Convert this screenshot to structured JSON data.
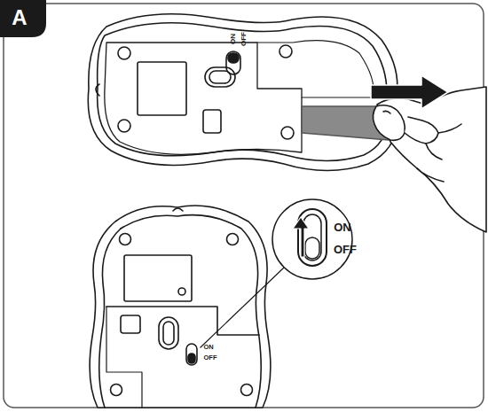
{
  "diagram": {
    "labels": [
      "A",
      "ON",
      "OFF",
      "ON",
      "OFF",
      "ON",
      "OFF"
    ]
  }
}
